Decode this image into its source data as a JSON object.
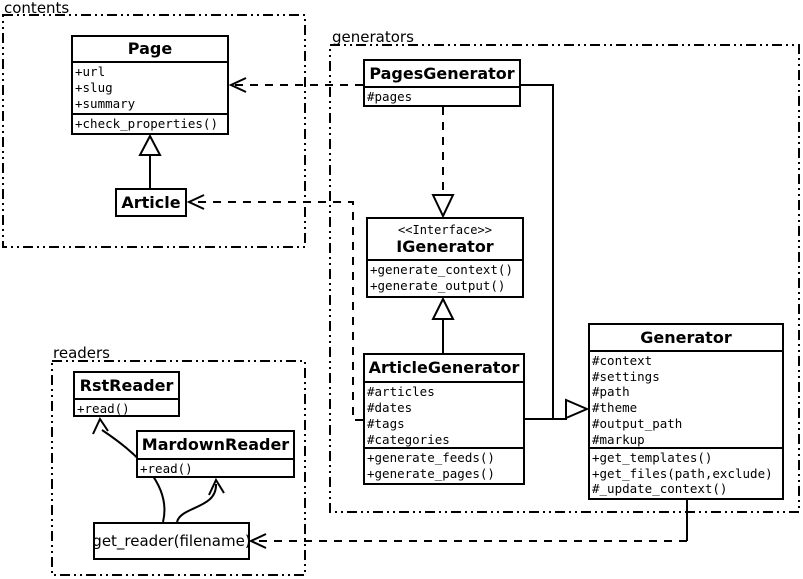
{
  "packages": {
    "contents": {
      "label": "contents"
    },
    "generators": {
      "label": "generators"
    },
    "readers": {
      "label": "readers"
    }
  },
  "classes": {
    "page": {
      "name": "Page",
      "attrs": [
        "+url",
        "+slug",
        "+summary"
      ],
      "methods": [
        "+check_properties()"
      ]
    },
    "article": {
      "name": "Article"
    },
    "pages_generator": {
      "name": "PagesGenerator",
      "attrs": [
        "#pages"
      ]
    },
    "igenerator": {
      "stereotype": "<<Interface>>",
      "name": "IGenerator",
      "methods": [
        "+generate_context()",
        "+generate_output()"
      ]
    },
    "article_generator": {
      "name": "ArticleGenerator",
      "attrs": [
        "#articles",
        "#dates",
        "#tags",
        "#categories"
      ],
      "methods": [
        "+generate_feeds()",
        "+generate_pages()"
      ]
    },
    "generator": {
      "name": "Generator",
      "attrs": [
        "#context",
        "#settings",
        "#path",
        "#theme",
        "#output_path",
        "#markup"
      ],
      "methods": [
        "+get_templates()",
        "+get_files(path,exclude)",
        "#_update_context()"
      ]
    },
    "rst_reader": {
      "name": "RstReader",
      "methods": [
        "+read()"
      ]
    },
    "mardown_reader": {
      "name": "MardownReader",
      "methods": [
        "+read()"
      ]
    },
    "get_reader": {
      "label": "get_reader(filename)"
    }
  },
  "colors": {
    "stroke": "#000000",
    "background": "#ffffff"
  }
}
